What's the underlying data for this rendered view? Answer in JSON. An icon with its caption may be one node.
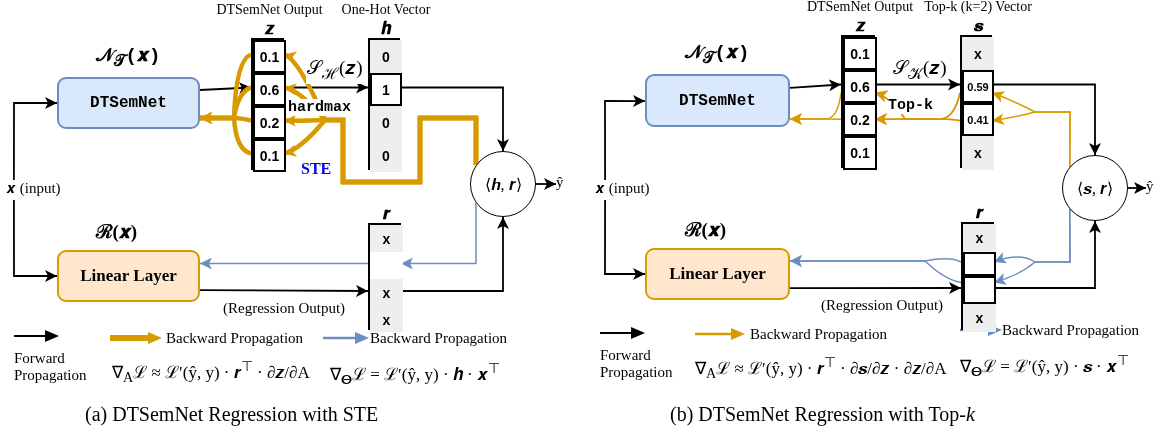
{
  "diagram": {
    "nodes": [
      {
        "text": [
          "𝒙 (input)"
        ]
      },
      {
        "text": [
          "DTSemNet"
        ],
        "beside": [
          "𝒩$_{𝒯}$(𝒙)"
        ]
      },
      {
        "text": [
          "DTSemNet Output",
          "𝒛"
        ]
      },
      {
        "text": [
          "0.1"
        ],
        "in": 2
      },
      {
        "text": [
          "0.6"
        ],
        "in": 2
      },
      {
        "text": [
          "0.2"
        ],
        "in": 2
      },
      {
        "text": [
          "0.1"
        ],
        "in": 2
      },
      {
        "text": [
          "One-Hot Vector",
          "𝒉"
        ]
      },
      {
        "text": [
          "0"
        ],
        "in": 7
      },
      {
        "text": [
          "1"
        ],
        "in": 7
      },
      {
        "text": [
          "0"
        ],
        "in": 7
      },
      {
        "text": [
          "0"
        ],
        "in": 7
      },
      {
        "text": [
          "⟨𝒉, 𝒓⟩"
        ]
      },
      {
        "text": [
          "ŷ"
        ]
      },
      {
        "text": [
          "Linear Layer"
        ],
        "beside": [
          "ℛ(𝒙)"
        ]
      },
      {
        "text": [
          "𝒓"
        ]
      },
      {
        "text": [
          "x"
        ],
        "in": 15
      },
      {
        "text": [],
        "shape": "box",
        "in": 15
      },
      {
        "text": [
          "x"
        ],
        "in": 15
      },
      {
        "text": [
          "x"
        ],
        "in": 15
      },
      {
        "text": [
          "𝒙 (input)"
        ]
      },
      {
        "text": [
          "DTSemNet"
        ],
        "beside": [
          "𝒩$_{𝒯}$(𝒙)"
        ]
      },
      {
        "text": [
          "DTSemNet Output",
          "𝒛"
        ]
      },
      {
        "text": [
          "0.1"
        ],
        "in": 22
      },
      {
        "text": [
          "0.6"
        ],
        "in": 22
      },
      {
        "text": [
          "0.2"
        ],
        "in": 22
      },
      {
        "text": [
          "0.1"
        ],
        "in": 22
      },
      {
        "text": [
          "Top-k (k=2) Vector",
          "𝒔"
        ]
      },
      {
        "text": [
          "x"
        ],
        "in": 27
      },
      {
        "text": [
          "0.59"
        ],
        "in": 27
      },
      {
        "text": [
          "0.41"
        ],
        "in": 27
      },
      {
        "text": [
          "x"
        ],
        "in": 27
      },
      {
        "text": [
          "⟨𝒔, 𝒓⟩"
        ]
      },
      {
        "text": [
          "ŷ"
        ]
      },
      {
        "text": [
          "Linear Layer"
        ],
        "beside": [
          "ℛ(𝒙)"
        ]
      },
      {
        "text": [
          "𝒓"
        ]
      },
      {
        "text": [
          "x"
        ],
        "in": 35
      },
      {
        "text": [],
        "shape": "box",
        "in": 35
      },
      {
        "text": [],
        "shape": "box",
        "in": 35
      },
      {
        "text": [
          "x"
        ],
        "in": 35
      }
    ],
    "edges": [
      {
        "from": 0,
        "to": 1,
        "arrow": "to"
      },
      {
        "from": 0,
        "to": 14,
        "arrow": "to"
      },
      {
        "from": 1,
        "to": 4,
        "arrow": "to"
      },
      {
        "from": 4,
        "to": 9,
        "arrow": "to",
        "label": "𝒮$_{ℋ}$(𝒛)"
      },
      {
        "from": 9,
        "to": 12,
        "arrow": "to"
      },
      {
        "from": 12,
        "to": 13,
        "arrow": "to"
      },
      {
        "from": 14,
        "to": 18,
        "arrow": "to",
        "label": "(Regression Output)"
      },
      {
        "from": 18,
        "to": 12,
        "arrow": "to"
      },
      {
        "from": 12,
        "to": 3,
        "arrow": "to",
        "style": "thick",
        "color": "#d79b00"
      },
      {
        "from": 12,
        "to": 4,
        "arrow": "to",
        "style": "thick",
        "color": "#d79b00"
      },
      {
        "from": 12,
        "to": 5,
        "arrow": "to",
        "style": "thick",
        "color": "#d79b00"
      },
      {
        "from": 12,
        "to": 6,
        "arrow": "to",
        "style": "thick",
        "color": "#d79b00"
      },
      {
        "from": 3,
        "to": 1,
        "arrow": "to",
        "style": "thick",
        "color": "#d79b00"
      },
      {
        "from": 4,
        "to": 1,
        "arrow": "to",
        "style": "thick",
        "color": "#d79b00"
      },
      {
        "from": 5,
        "to": 1,
        "arrow": "to",
        "style": "thick",
        "color": "#d79b00"
      },
      {
        "from": 6,
        "to": 1,
        "arrow": "to",
        "style": "thick",
        "color": "#d79b00"
      },
      {
        "from": 12,
        "to": 17,
        "arrow": "to",
        "color": "#6c8ebf"
      },
      {
        "from": 17,
        "to": 14,
        "arrow": "to",
        "color": "#6c8ebf"
      },
      {
        "from": 20,
        "to": 21,
        "arrow": "to"
      },
      {
        "from": 20,
        "to": 34,
        "arrow": "to"
      },
      {
        "from": 21,
        "to": 24,
        "arrow": "to"
      },
      {
        "from": 24,
        "to": 29,
        "arrow": "to",
        "label": "𝒮$_{𝒦}$(𝒛)"
      },
      {
        "from": 29,
        "to": 32,
        "arrow": "to"
      },
      {
        "from": 32,
        "to": 33,
        "arrow": "to"
      },
      {
        "from": 34,
        "to": 38,
        "arrow": "to",
        "label": "(Regression Output)"
      },
      {
        "from": 38,
        "to": 32,
        "arrow": "to"
      },
      {
        "from": 32,
        "to": 29,
        "arrow": "to",
        "color": "#d79b00"
      },
      {
        "from": 32,
        "to": 30,
        "arrow": "to",
        "color": "#d79b00"
      },
      {
        "from": 29,
        "to": 24,
        "arrow": "to",
        "color": "#d79b00"
      },
      {
        "from": 29,
        "to": 25,
        "arrow": "to",
        "color": "#d79b00"
      },
      {
        "from": 30,
        "to": 24,
        "arrow": "to",
        "color": "#d79b00"
      },
      {
        "from": 30,
        "to": 25,
        "arrow": "to",
        "color": "#d79b00"
      },
      {
        "from": 24,
        "to": 21,
        "arrow": "to",
        "color": "#d79b00"
      },
      {
        "from": 25,
        "to": 21,
        "arrow": "to",
        "color": "#d79b00"
      },
      {
        "from": 32,
        "to": 37,
        "arrow": "to",
        "color": "#6c8ebf"
      },
      {
        "from": 32,
        "to": 38,
        "arrow": "to",
        "color": "#6c8ebf"
      },
      {
        "from": 37,
        "to": 34,
        "arrow": "to",
        "color": "#6c8ebf"
      },
      {
        "from": 38,
        "to": 34,
        "arrow": "to",
        "color": "#6c8ebf"
      }
    ],
    "labels": [
      "hardmax",
      "STE",
      "∇$_{A}$ℒ ≈ ℒ′(ŷ, y) · 𝒓$^{⊤}$ · ∂𝒛/∂A",
      "∇$_{𝚯}$ℒ = ℒ′(ŷ, y) · 𝒉 · 𝒙$^{⊤}$",
      "Top-k",
      "∇$_{A}$ℒ ≈ ℒ′(ŷ, y) · 𝒓$^{⊤}$ · ∂𝒔/∂𝒛 · ∂𝒛/∂A",
      "∇$_{𝚯}$ℒ = ℒ′(ŷ, y) · 𝒔 · 𝒙$^{⊤}$",
      "(a) DTSemNet Regression with STE",
      "(b) DTSemNet Regression with Top-*k*"
    ],
    "legend": [
      {
        "text": "Forward Propagation"
      },
      {
        "text": "Backward Propagation"
      },
      {
        "text": "Backward Propagation"
      },
      {
        "text": "Forward Propagation"
      },
      {
        "text": "Backward Propagation"
      },
      {
        "text": "Backward Propagation"
      }
    ]
  }
}
